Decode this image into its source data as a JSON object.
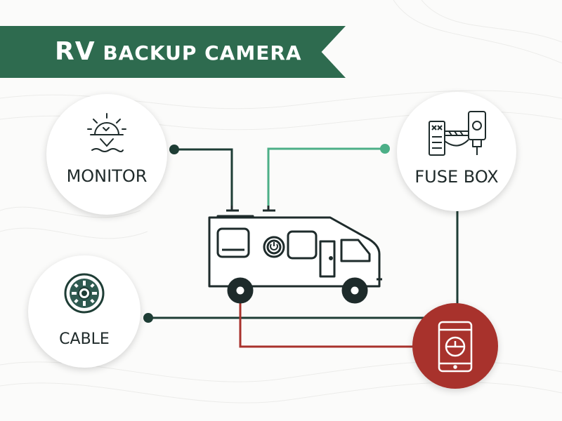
{
  "title": {
    "first_word": "RV",
    "rest": "BACKUP CAMERA"
  },
  "nodes": {
    "monitor": {
      "label": "MONITOR",
      "icon": "monitor-sun-icon"
    },
    "fuse_box": {
      "label": "FUSE BOX",
      "icon": "fuse-box-icon"
    },
    "cable": {
      "label": "CABLE",
      "icon": "cable-connector-icon"
    },
    "camera": {
      "label": "",
      "icon": "phone-camera-icon"
    }
  },
  "center": {
    "icon": "rv-motorhome-icon"
  },
  "colors": {
    "banner": "#2e6b4f",
    "wire_dark": "#1e3d35",
    "wire_green": "#4caf87",
    "wire_red": "#a8322c",
    "camera_circle": "#a8322c"
  }
}
